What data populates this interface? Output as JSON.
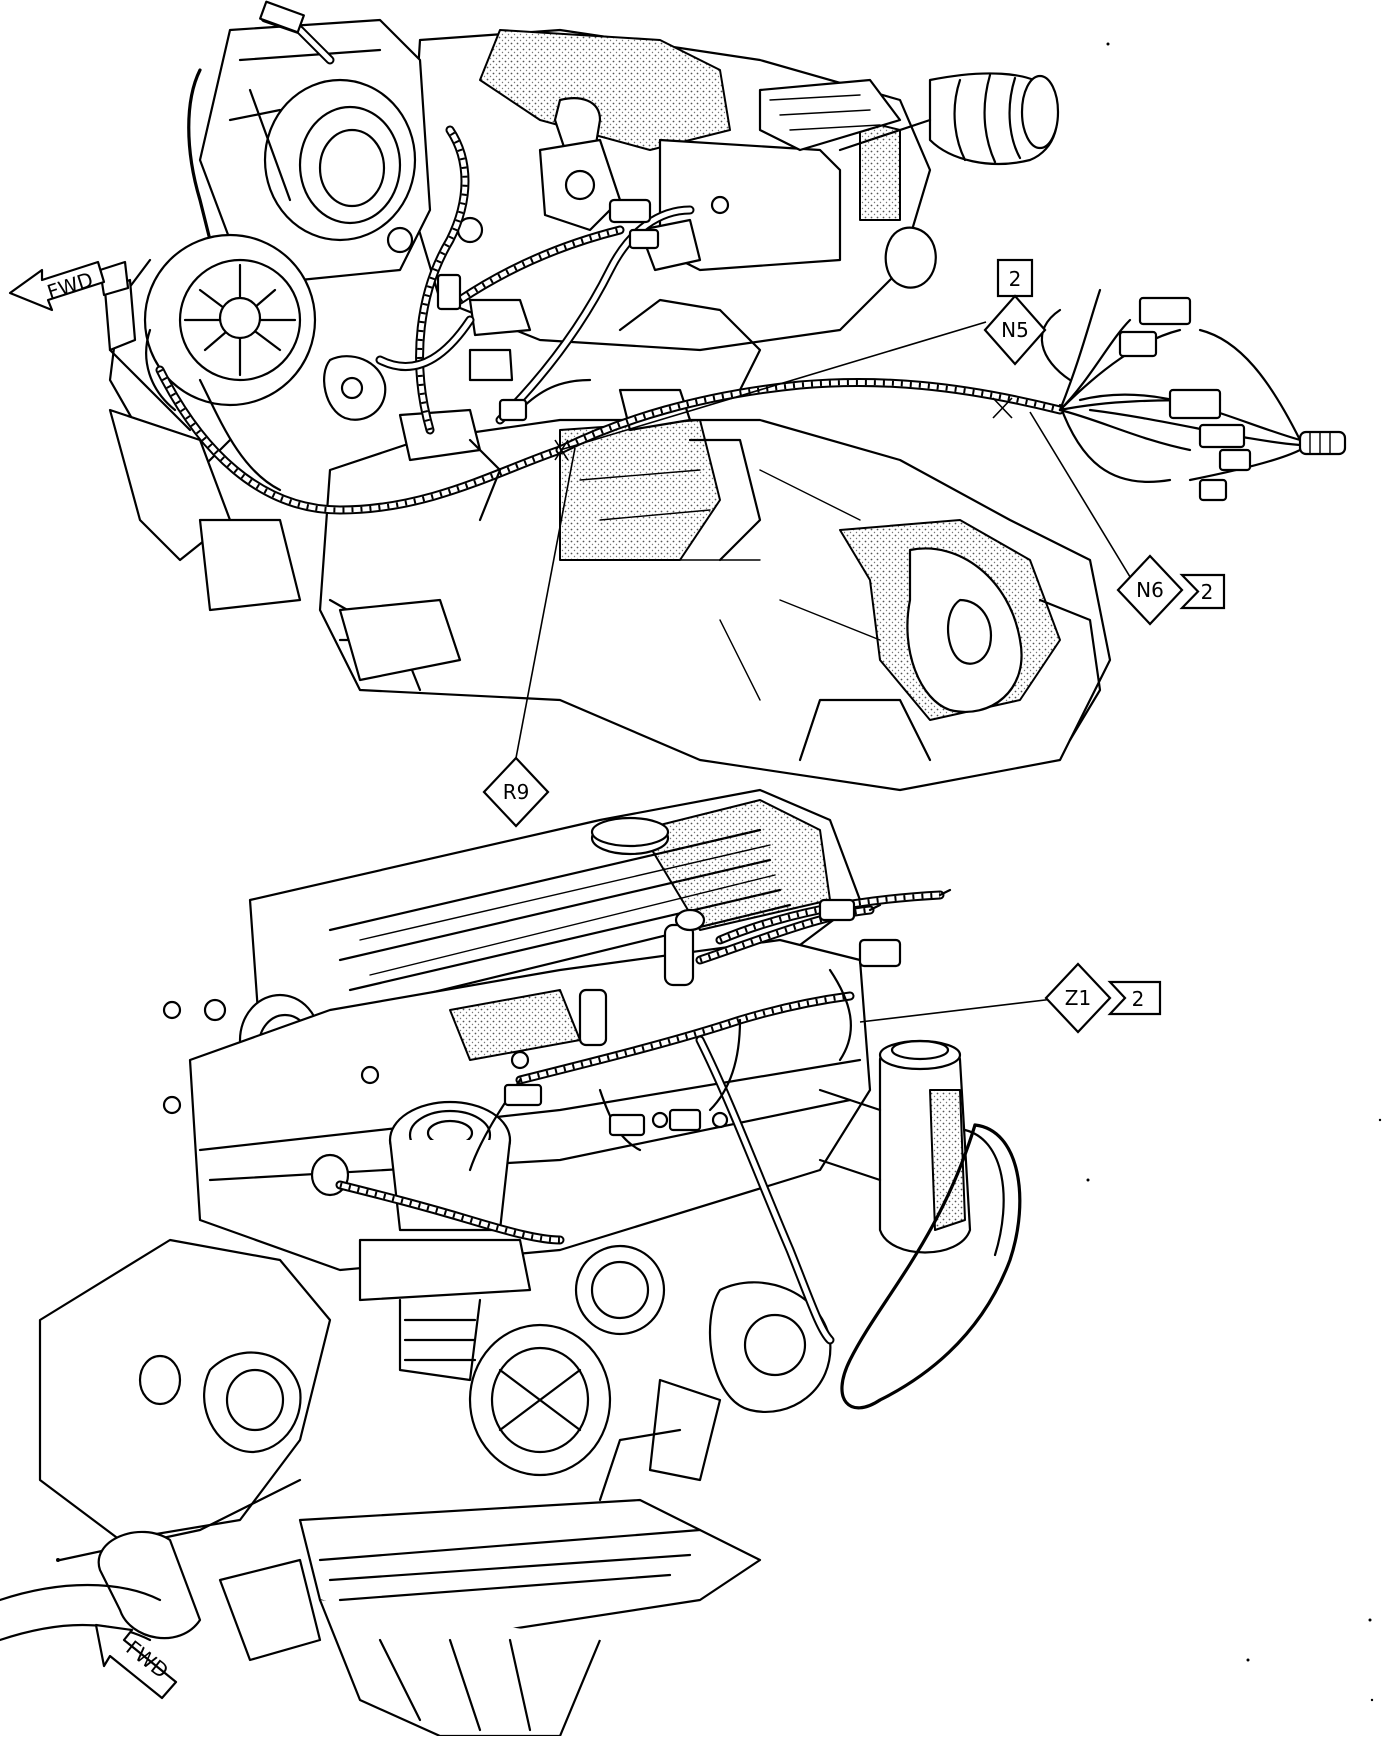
{
  "callouts": [
    {
      "code": "N5",
      "sheet": "2"
    },
    {
      "code": "N6",
      "sheet": "2"
    },
    {
      "code": "R9",
      "sheet": ""
    },
    {
      "code": "Z1",
      "sheet": "2"
    }
  ],
  "direction_markers": [
    {
      "label": "FWD"
    },
    {
      "label": "FWD"
    }
  ]
}
